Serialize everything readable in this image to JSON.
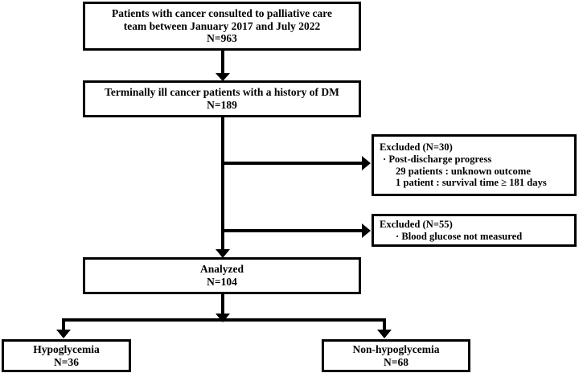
{
  "figure": {
    "kind": "consort-flow-diagram",
    "orientation": "top-down",
    "line_color": "#000000",
    "box_border_color": "#000000",
    "background_color": "#ffffff"
  },
  "nodes": {
    "enrolled": {
      "name": "enrolled-box",
      "lines": [
        "Patients with cancer consulted to palliative care",
        "team between January 2017 and July 2022",
        "N=963"
      ],
      "count_label": "N=963",
      "count": 963
    },
    "eligible": {
      "name": "eligible-box",
      "lines": [
        "Terminally ill cancer patients with a history of DM",
        "N=189"
      ],
      "count_label": "N=189",
      "count": 189
    },
    "excluded_1": {
      "name": "excluded-box-1",
      "heading": "Excluded (N=30)",
      "count": 30,
      "bullet": "·",
      "bullet_text": "Post-discharge progress",
      "details": [
        "29 patients : unknown outcome",
        "1 patient : survival time ≥ 181 days"
      ]
    },
    "excluded_2": {
      "name": "excluded-box-2",
      "heading": "Excluded (N=55)",
      "count": 55,
      "bullet": "·",
      "bullet_text": "Blood glucose not measured"
    },
    "analyzed": {
      "name": "analyzed-box",
      "lines": [
        "Analyzed",
        "N=104"
      ],
      "title": "Analyzed",
      "count_label": "N=104",
      "count": 104
    },
    "hypoglycemia": {
      "name": "hypoglycemia-box",
      "lines": [
        "Hypoglycemia",
        "N=36"
      ],
      "title": "Hypoglycemia",
      "count_label": "N=36",
      "count": 36
    },
    "non_hypoglycemia": {
      "name": "non-hypoglycemia-box",
      "lines": [
        "Non-hypoglycemia",
        "N=68"
      ],
      "title": "Non-hypoglycemia",
      "count_label": "N=68",
      "count": 68
    }
  },
  "connectors": [
    {
      "id": "enrolled-to-eligible",
      "from": "enrolled",
      "to": "eligible",
      "type": "vertical-arrow"
    },
    {
      "id": "trunk-to-excluded-1",
      "from": "eligible",
      "to": "excluded_1",
      "type": "elbow-right-arrow"
    },
    {
      "id": "trunk-to-excluded-2",
      "from": "eligible",
      "to": "excluded_2",
      "type": "elbow-right-arrow"
    },
    {
      "id": "eligible-to-analyzed",
      "from": "eligible",
      "to": "analyzed",
      "type": "vertical-arrow"
    },
    {
      "id": "analyzed-to-hypoglycemia",
      "from": "analyzed",
      "to": "hypoglycemia",
      "type": "split-arrow"
    },
    {
      "id": "analyzed-to-non-hypoglycemia",
      "from": "analyzed",
      "to": "non_hypoglycemia",
      "type": "split-arrow"
    }
  ]
}
